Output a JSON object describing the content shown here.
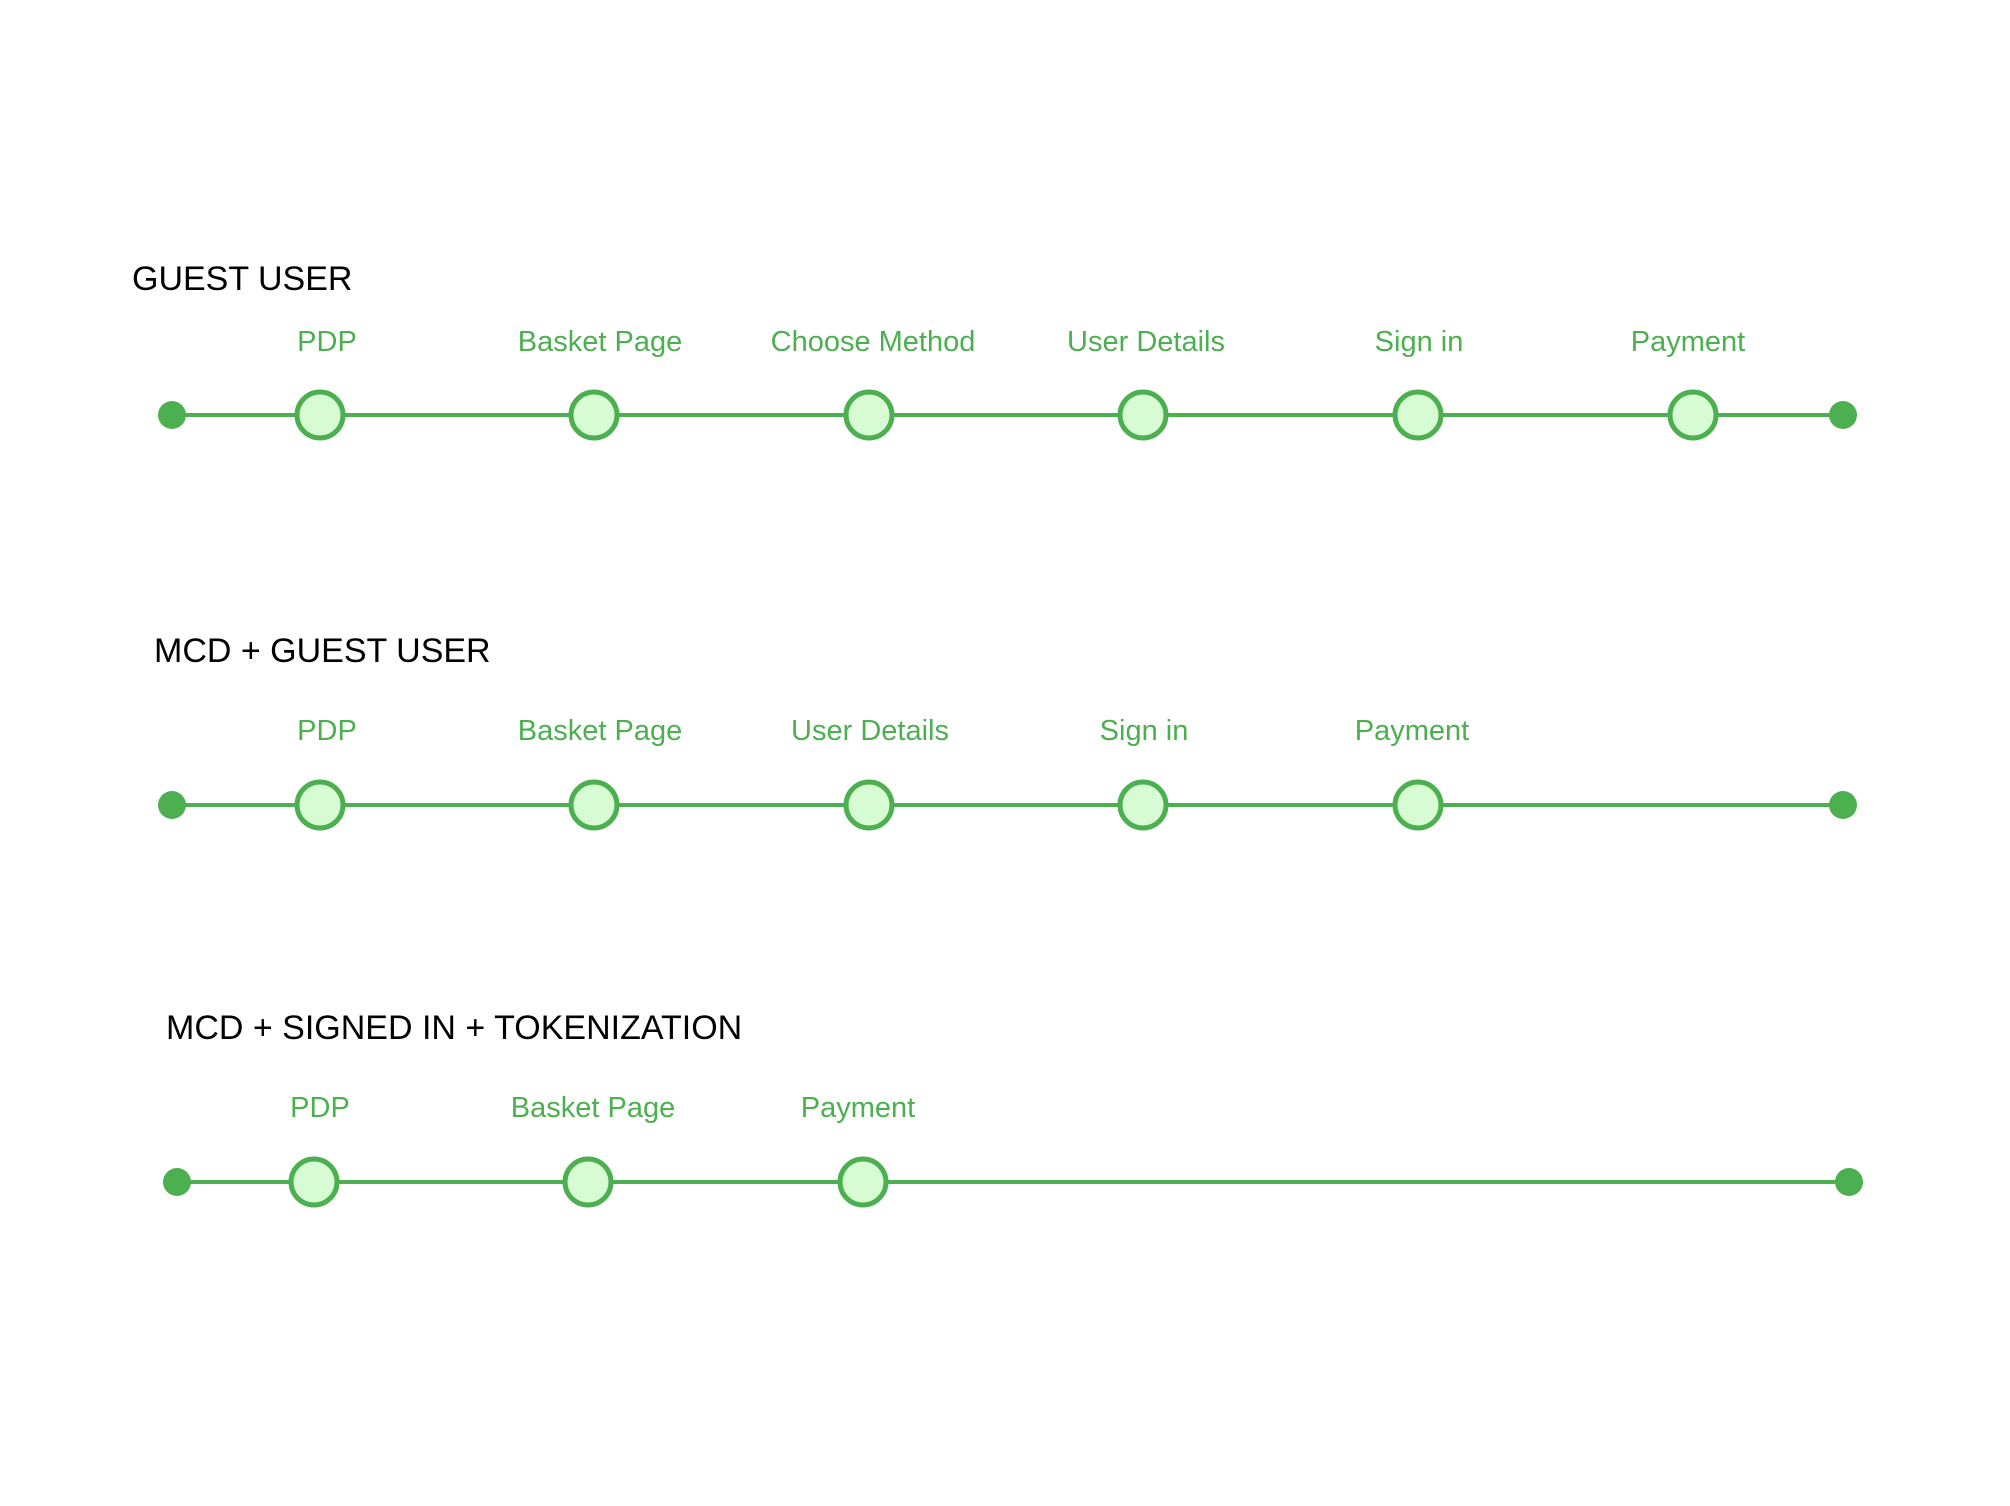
{
  "colors": {
    "line": "#4caf50",
    "node_stroke": "#4caf50",
    "node_fill": "#d7fbd2",
    "endpoint": "#4caf50",
    "label": "#4caf50",
    "title": "#000000"
  },
  "flows": [
    {
      "title": "GUEST USER",
      "steps": [
        {
          "label": "PDP"
        },
        {
          "label": "Basket Page"
        },
        {
          "label": "Choose Method"
        },
        {
          "label": "User Details"
        },
        {
          "label": "Sign in"
        },
        {
          "label": "Payment"
        }
      ]
    },
    {
      "title": "MCD + GUEST USER",
      "steps": [
        {
          "label": "PDP"
        },
        {
          "label": "Basket Page"
        },
        {
          "label": "User Details"
        },
        {
          "label": "Sign in"
        },
        {
          "label": "Payment"
        }
      ]
    },
    {
      "title": "MCD + SIGNED IN + TOKENIZATION",
      "steps": [
        {
          "label": "PDP"
        },
        {
          "label": "Basket Page"
        },
        {
          "label": "Payment"
        }
      ]
    }
  ]
}
